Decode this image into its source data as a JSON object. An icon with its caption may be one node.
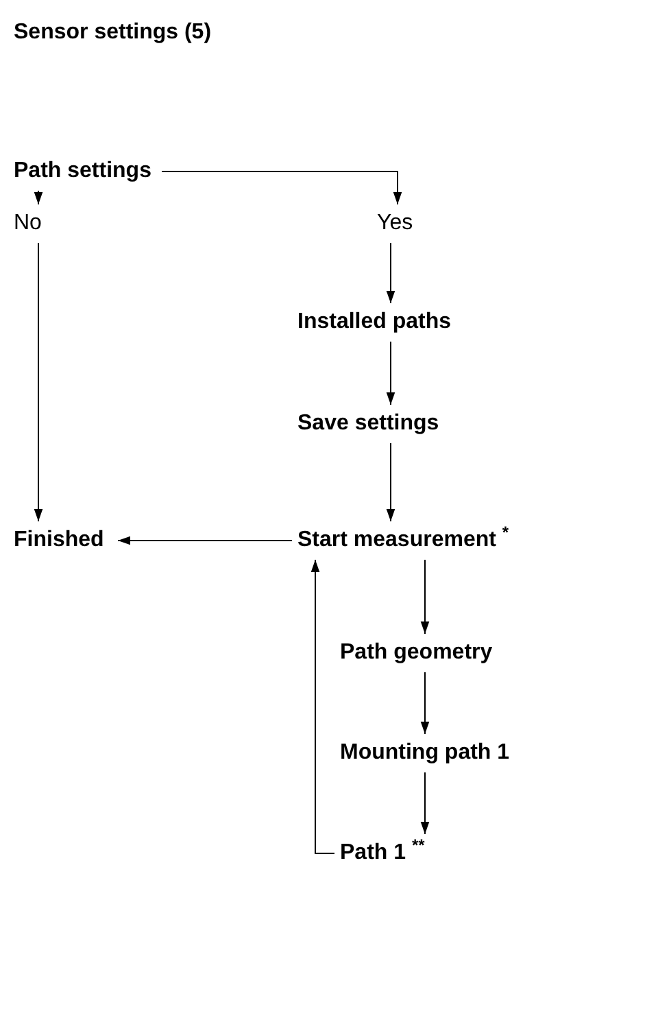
{
  "diagram": {
    "title": "Sensor settings (5)",
    "nodes": [
      {
        "text": [
          "Path settings"
        ]
      },
      {
        "text": [
          "No"
        ]
      },
      {
        "text": [
          "Yes"
        ]
      },
      {
        "text": [
          "Installed paths"
        ]
      },
      {
        "text": [
          "Save settings"
        ]
      },
      {
        "text": [
          "Finished"
        ]
      },
      {
        "text": [
          "Start measurement $^{*}$"
        ]
      },
      {
        "text": [
          "Path geometry"
        ]
      },
      {
        "text": [
          "Mounting path 1"
        ]
      },
      {
        "text": [
          "Path 1 $^{**}$"
        ]
      }
    ],
    "edges": [
      {
        "from": 0,
        "to": 1,
        "arrow": "to"
      },
      {
        "from": 0,
        "to": 2,
        "arrow": "to"
      },
      {
        "from": 2,
        "to": 3,
        "arrow": "to"
      },
      {
        "from": 3,
        "to": 4,
        "arrow": "to"
      },
      {
        "from": 4,
        "to": 6,
        "arrow": "to"
      },
      {
        "from": 1,
        "to": 5,
        "arrow": "to"
      },
      {
        "from": 6,
        "to": 5,
        "arrow": "to"
      },
      {
        "from": 6,
        "to": 7,
        "arrow": "to"
      },
      {
        "from": 7,
        "to": 8,
        "arrow": "to"
      },
      {
        "from": 8,
        "to": 9,
        "arrow": "to"
      },
      {
        "from": 9,
        "to": 6,
        "arrow": "to"
      }
    ]
  }
}
